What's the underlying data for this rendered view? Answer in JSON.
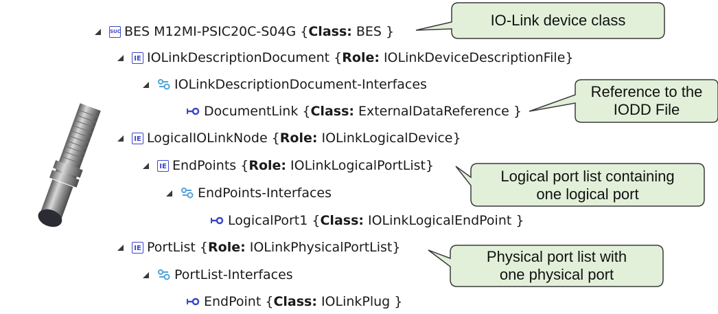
{
  "tree": [
    {
      "name": "BES M12MI-PSIC20C-S04G",
      "key": "Class:",
      "value": "BES",
      "prefix": " {",
      "suffix": " }",
      "icon": "suc-icon",
      "expandable": true
    },
    {
      "name": "IOLinkDescriptionDocument",
      "key": "Role:",
      "value": "IOLinkDeviceDescriptionFile",
      "prefix": " {",
      "suffix": "}",
      "icon": "internal-element-icon",
      "expandable": true
    },
    {
      "name": "IOLinkDescriptionDocument-Interfaces",
      "icon": "interface-group-icon",
      "expandable": true
    },
    {
      "name": "DocumentLink",
      "key": "Class:",
      "value": "ExternalDataReference",
      "prefix": " {",
      "suffix": " }",
      "icon": "external-interface-icon",
      "expandable": false
    },
    {
      "name": "LogicalIOLinkNode",
      "key": "Role:",
      "value": "IOLinkLogicalDevice",
      "prefix": " {",
      "suffix": "}",
      "icon": "internal-element-icon",
      "expandable": true
    },
    {
      "name": "EndPoints",
      "key": "Role:",
      "value": "IOLinkLogicalPortList",
      "prefix": " {",
      "suffix": "}",
      "icon": "internal-element-icon",
      "expandable": true
    },
    {
      "name": "EndPoints-Interfaces",
      "icon": "interface-group-icon",
      "expandable": true
    },
    {
      "name": "LogicalPort1",
      "key": "Class:",
      "value": "IOLinkLogicalEndPoint",
      "prefix": " {",
      "suffix": " }",
      "icon": "external-interface-icon",
      "expandable": false
    },
    {
      "name": "PortList",
      "key": "Role:",
      "value": "IOLinkPhysicalPortList",
      "prefix": " {",
      "suffix": "}",
      "icon": "internal-element-icon",
      "expandable": true
    },
    {
      "name": "PortList-Interfaces",
      "icon": "interface-group-icon",
      "expandable": true
    },
    {
      "name": "EndPoint",
      "key": "Class:",
      "value": "IOLinkPlug",
      "prefix": " {",
      "suffix": " }",
      "icon": "external-interface-icon",
      "expandable": false
    }
  ],
  "callouts": {
    "device_class": {
      "line1": "IO-Link device class"
    },
    "iodd_reference": {
      "line1": "Reference to the",
      "line2": "IODD File"
    },
    "logical_port_list": {
      "line1": "Logical port list containing",
      "line2": "one logical port"
    },
    "physical_port_list": {
      "line1": "Physical port list with",
      "line2": "one physical port"
    }
  },
  "colors": {
    "callout_fill": "#e2f0d9",
    "callout_stroke": "#3a3a3a",
    "icon_blue": "#3b46c6",
    "interface_teal": "#4fa3d9"
  }
}
